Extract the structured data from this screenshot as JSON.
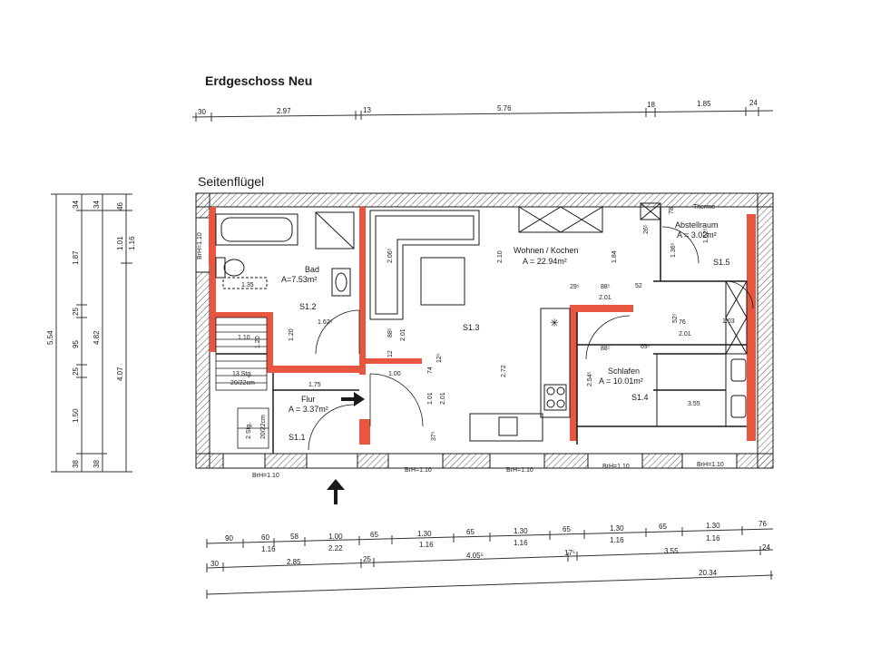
{
  "title": "Erdgeschoss  Neu",
  "subtitle": "Seitenflügel",
  "top_dims": [
    "30",
    "2.97",
    "13",
    "5.76",
    "18",
    "1.85",
    "24"
  ],
  "rooms": {
    "bad": {
      "name": "Bad",
      "area": "A=7.53m²",
      "id": "S1.2"
    },
    "wohnen": {
      "name": "Wohnen / Kochen",
      "area": "A = 22.94m²",
      "id": "S1.3"
    },
    "abstell": {
      "name": "Abstellraum",
      "area": "A = 3.02m²",
      "id": "S1.5"
    },
    "schlafen": {
      "name": "Schlafen",
      "area": "A = 10.01m²",
      "id": "S1.4"
    },
    "flur": {
      "name": "Flur",
      "area": "A = 3.37m²",
      "id": "S1.1"
    }
  },
  "labels": {
    "therme": "Therme",
    "stairs_main": "13 Stg.",
    "stairs_main_size": "20/22cm",
    "stairs_small": "2 Stg.",
    "stairs_small_size": "20/22cm",
    "brh_left": "BrH=1.10",
    "brh": [
      "BrH=1.10",
      "BrH=1.10",
      "BrH=1.10",
      "BrH=1.10",
      "BrH=1.10"
    ]
  },
  "inner_dims": {
    "d135": "1.35",
    "d162": "1.62⁵",
    "d120": "1.20",
    "d110": "1.10",
    "d120b": "1.20",
    "d175": "1.75",
    "d100": "1.00",
    "d206": "2.06⁵",
    "d201": "2.01",
    "d88": "88⁵",
    "d12": "12",
    "d201b": "2.01",
    "d101": "1.01",
    "d74": "74",
    "d12b": "12⁵",
    "d375": "37⁵",
    "d210": "2.10",
    "d272": "2.72",
    "d184": "1.84",
    "d29": "29⁵",
    "d88b": "88⁵",
    "d52": "52",
    "d201c": "2.01",
    "d76": "76",
    "d103": "1.03",
    "d201d": "2.01",
    "d88c": "88⁵",
    "d69": "69⁵",
    "d254": "2.54⁵",
    "d355": "3.55",
    "d26": "26⁵",
    "d78": "78",
    "d136": "1.36⁵",
    "d162b": "1.62⁵",
    "d52b": "52⁵"
  },
  "left_dims": {
    "col1": [
      "5.54"
    ],
    "col2": [
      "34",
      "1.87",
      "25",
      "95",
      "25",
      "1.50",
      "38"
    ],
    "col3": [
      "34",
      "4.82",
      "38"
    ],
    "col4": [
      "46",
      "1.01",
      "4.07"
    ],
    "col5": [
      "1.16"
    ]
  },
  "bottom_row1": [
    "90",
    "60",
    "58",
    "1.00",
    "65",
    "1.30",
    "65",
    "1.30",
    "65",
    "1.30",
    "65",
    "1.30",
    "76"
  ],
  "bottom_row1_sub": [
    "1.16",
    "2.22",
    "1.16",
    "1.16",
    "1.16",
    "1.16"
  ],
  "bottom_row2": [
    "30",
    "2.85",
    "25",
    "4.05⁵",
    "17⁵",
    "3.55",
    "24"
  ],
  "bottom_row3": [
    "20.34"
  ],
  "colors": {
    "wall_new": "#e8563f",
    "wall": "#1a1a1a",
    "hatch": "#555555"
  }
}
